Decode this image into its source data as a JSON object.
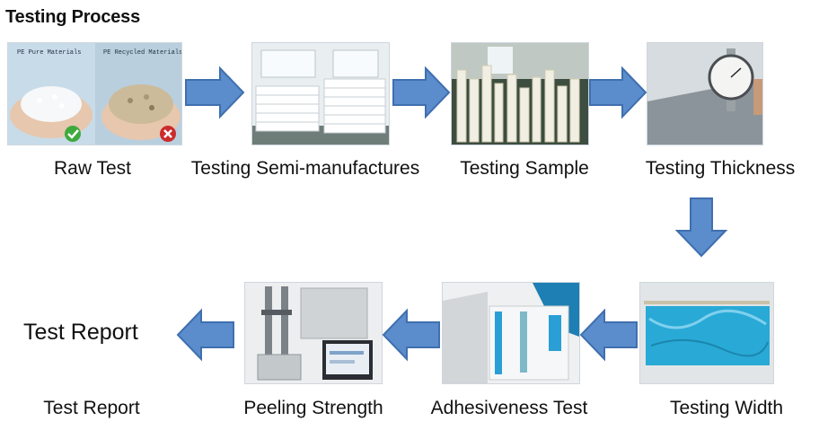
{
  "title": "Testing Process",
  "steps": [
    {
      "label": "Raw Test"
    },
    {
      "label": "Testing Semi-manufactures"
    },
    {
      "label": "Testing Sample"
    },
    {
      "label": "Testing Thickness"
    },
    {
      "label": "Testing Width"
    },
    {
      "label": "Adhesiveness Test"
    },
    {
      "label": "Peeling Strength"
    },
    {
      "label": "Test Report"
    }
  ],
  "photo_captions": {
    "left": "PE Pure Materials",
    "right": "PE Recycled Materials"
  },
  "report_heading": "Test Report",
  "colors": {
    "arrow_fill": "#5b8ccc",
    "arrow_stroke": "#3f6fae",
    "film_blue": "#29a9d6"
  }
}
